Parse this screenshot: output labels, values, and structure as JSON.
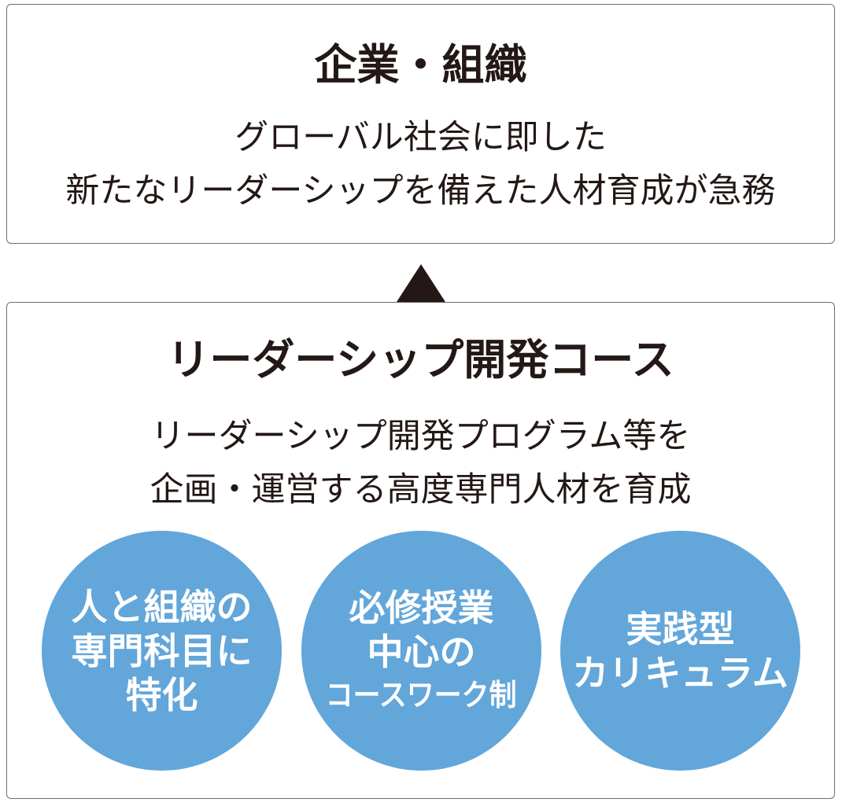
{
  "top_box": {
    "title": "企業・組織",
    "description_lines": [
      "グローバル社会に即した",
      "新たなリーダーシップを備えた人材育成が急務"
    ]
  },
  "arrow": {
    "direction": "up",
    "color": "#231815"
  },
  "bottom_box": {
    "title": "リーダーシップ開発コース",
    "description_lines": [
      "リーダーシップ開発プログラム等を",
      "企画・運営する高度専門人材を育成"
    ],
    "circles": [
      {
        "lines": [
          "人と組織の",
          "専門科目に",
          "特化"
        ]
      },
      {
        "lines": [
          "必修授業",
          "中心の",
          "コースワーク制"
        ]
      },
      {
        "lines": [
          "実践型",
          "カリキュラム"
        ]
      }
    ]
  },
  "colors": {
    "circle_fill": "#62a6da",
    "text_dark": "#231815",
    "border": "#6e6e6e"
  }
}
